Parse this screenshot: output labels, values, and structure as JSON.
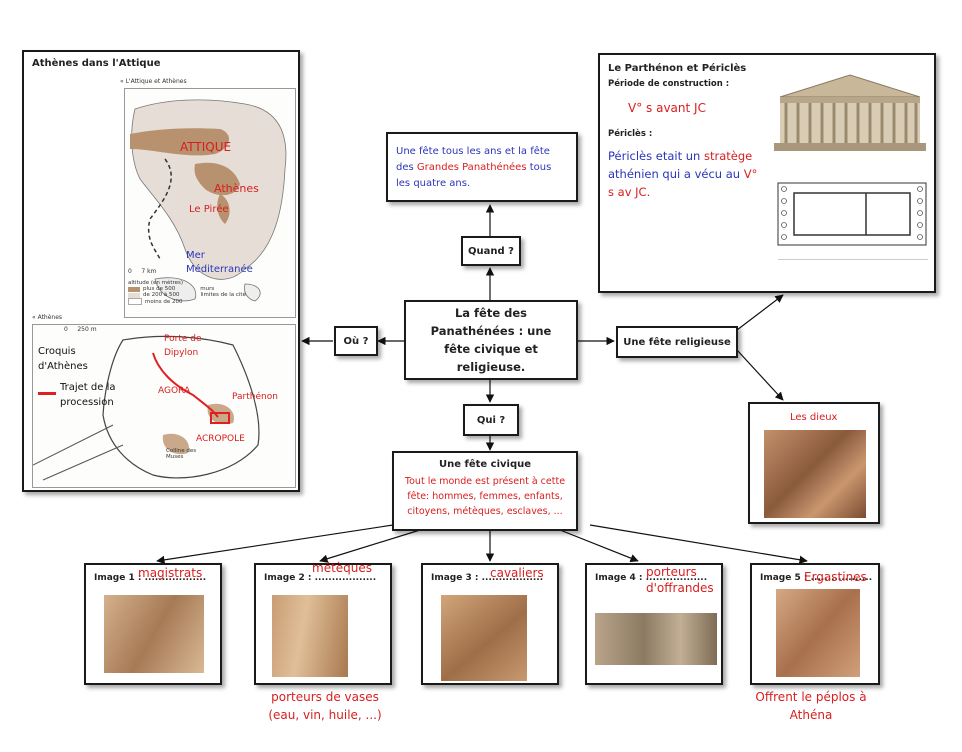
{
  "center": {
    "title": "La fête des Panathénées : une fête civique et religieuse."
  },
  "quand": {
    "label": "Quand ?",
    "answer_pre": "Une fête tous les ans et la fête des ",
    "answer_red": "Grandes Panathénées",
    "answer_post": " tous les quatre ans."
  },
  "ou": {
    "label": "Où ?"
  },
  "qui": {
    "label": "Qui ?"
  },
  "religieuse": {
    "label": "Une fête religieuse"
  },
  "dieux": {
    "label": "Les dieux"
  },
  "civique": {
    "title": "Une fête civique",
    "text": "Tout le monde est présent à cette fête: hommes, femmes, enfants, citoyens, métèques, esclaves, ..."
  },
  "map": {
    "title": "Athènes dans l'Attique",
    "top_caption": "« L'Attique et Athènes",
    "attique": "ATTIQUE",
    "athenes": "Athènes",
    "piree": "Le Pirée",
    "mer": "Mer Méditerranée",
    "scale_top": "0     7 km",
    "legend_title": "altitude (en mètres)",
    "legend_items": [
      "plus de 500",
      "de 200 à 500",
      "moins de 200"
    ],
    "legend_murs": "murs",
    "legend_limites": "limites de la cité",
    "bottom_caption": "« Athènes",
    "scale_bottom": "0     250 m",
    "croquis": "Croquis d'Athènes",
    "trajet": "Trajet de la procession",
    "porte": "Porte de Dipylon",
    "agora": "AGORA",
    "parthenon": "Parthénon",
    "acropole": "ACROPOLE",
    "colline": "Colline des Muses"
  },
  "parthenon_box": {
    "title": "Le Parthénon et Périclès",
    "periode_label": "Période de construction :",
    "periode_value": "V° s avant JC",
    "pericles_label": "Périclès :",
    "pericles_text_1": "Périclès etait un ",
    "pericles_red": "stratège",
    "pericles_text_2": " athénien qui a vécu au ",
    "pericles_red2": "V° s av JC."
  },
  "images": [
    {
      "label": "Image 1 : ..................",
      "answer": "magistrats",
      "note": ""
    },
    {
      "label": "Image 2 : ..................",
      "answer": "métèques",
      "note": "porteurs de vases (eau, vin, huile, ...)"
    },
    {
      "label": "Image 3 : ..................",
      "answer": "cavaliers",
      "note": ""
    },
    {
      "label": "Image 4 : ..................",
      "answer": "porteurs d'offrandes",
      "note": ""
    },
    {
      "label": "Image 5 : ..................",
      "answer": "Ergastines",
      "note": "Offrent le péplos à Athéna"
    }
  ],
  "colors": {
    "red": "#d81e1e",
    "blue": "#2a35b8",
    "relief": "#b8845a"
  }
}
